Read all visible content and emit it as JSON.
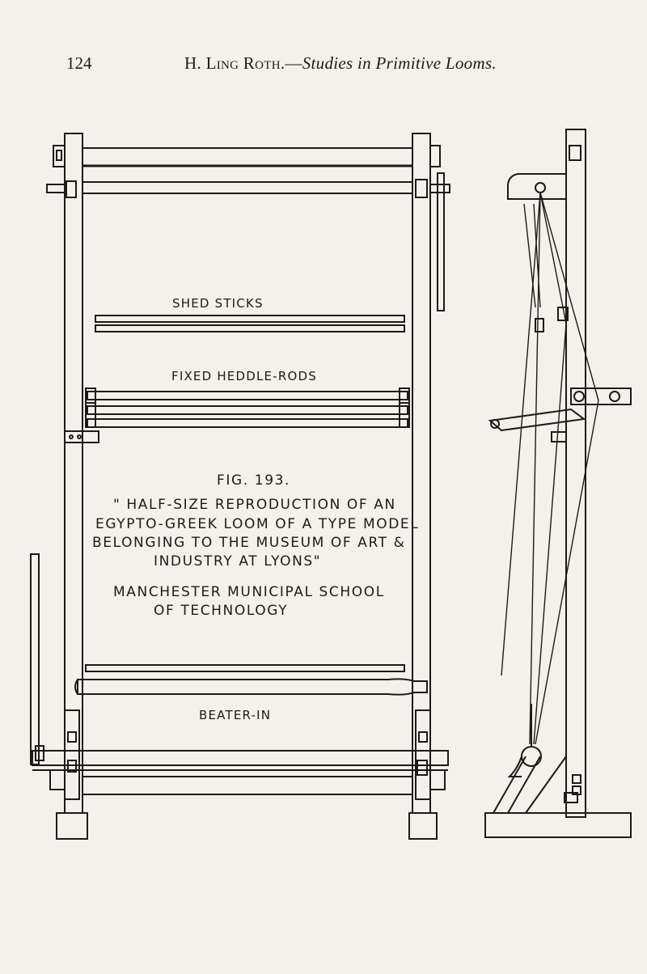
{
  "page": {
    "number": "124",
    "author": "H. Ling Roth.",
    "title_sep": "—",
    "title": "Studies in Primitive Looms."
  },
  "figure": {
    "labels": {
      "shed_sticks": "SHED STICKS",
      "fixed_heddle_rods": "FIXED HEDDLE-RODS",
      "beater_in": "BEATER-IN"
    },
    "caption": {
      "fig_no": "FIG. 193.",
      "line1": "\" HALF-SIZE REPRODUCTION OF AN",
      "line2": "EGYPTO-GREEK LOOM OF A TYPE MODEL",
      "line3": "BELONGING TO THE MUSEUM OF ART &",
      "line4": "INDUSTRY AT LYONS\"",
      "line5": "MANCHESTER MUNICIPAL SCHOOL",
      "line6": "OF TECHNOLOGY"
    }
  }
}
